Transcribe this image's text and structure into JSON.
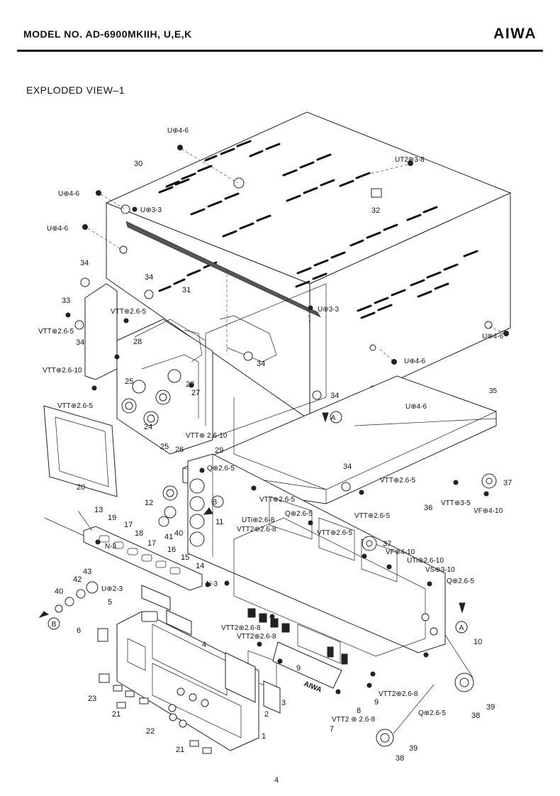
{
  "header": {
    "model": "MODEL NO. AD-6900MKIIH, U,E,K",
    "brand": "AIWA"
  },
  "section_title": "EXPLODED VIEW–1",
  "page_number": "4",
  "labels": {
    "l_u46_top": "U⊕4-6",
    "l_30": "30",
    "l_ut38": "UT2⊕3-8",
    "l_u46_left": "U⊕4-6",
    "l_u33_a": "U⊕3-3",
    "l_32": "32",
    "l_u46_left2": "U⊕4-6",
    "l_34_a": "34",
    "l_34_b": "34",
    "l_31": "31",
    "l_33": "33",
    "l_vtt265_a": "VTT⊕2.6-5",
    "l_u33_b": "U⊕3-3",
    "l_vtt265_b": "VTT⊕2.6-5",
    "l_34_c": "34",
    "l_u46_right": "U⊕4-6",
    "l_28_a": "28",
    "l_u46_mid": "U⊕4-6",
    "l_34_d": "34",
    "l_vtt2610_a": "VTT⊕2.6-10",
    "l_25_a": "25",
    "l_28_b": "28",
    "l_27": "27",
    "l_34_e": "34",
    "l_u46_mid2": "U⊕4-6",
    "l_35": "35",
    "l_vtt265_c": "VTT⊕2.6-5",
    "l_a_top": "A",
    "l_24": "24",
    "l_25_b": "25",
    "l_26": "26",
    "l_vtt2610_b": "VTT⊕ 2.6-10",
    "l_29": "29",
    "l_q265_a": "Q⊕2.6-5",
    "l_20": "20",
    "l_34_f": "34",
    "l_vtt265_d": "VTT⊕2.6-5",
    "l_37_a": "37",
    "l_vtt265_e": "VTT⊕2.6-5",
    "l_12": "12",
    "l_b_mid": "B",
    "l_11": "11",
    "l_vtt35": "VTT⊕3-5",
    "l_vf410_a": "VF⊕4-10",
    "l_36": "36",
    "l_13": "13",
    "l_19": "19",
    "l_17_a": "17",
    "l_18": "18",
    "l_40_a": "40",
    "l_41": "41",
    "l_uti268": "UTi⊕2.6-8",
    "l_vtt268_a": "VTT2⊕2.6-8",
    "l_vtt265_f": "VTT⊕2.6-5",
    "l_q265_b": "Q⊕2.6-5",
    "l_vtt265_g": "VTT⊕2.6-5",
    "l_37_b": "37",
    "l_17_b": "17",
    "l_16": "16",
    "l_15": "15",
    "l_14": "14",
    "l_n3_a": "N-3",
    "l_vf410_b": "VF⊕4-10",
    "l_uti2610": "UTi⊕2.6-10",
    "l_vs310": "VS⊕3-10",
    "l_42": "42",
    "l_43": "43",
    "l_u23": "U⊕2-3",
    "l_n3_b": "N-3",
    "l_q265_c": "Q⊕2.6-5",
    "l_40_b": "40",
    "l_5": "5",
    "l_b_left": "B",
    "l_a_right": "A",
    "l_6": "6",
    "l_vtt268_b": "VTT2⊕2.6-8",
    "l_vtt268_c": "VTT2⊕2.6-8",
    "l_4": "4",
    "l_10": "10",
    "l_9_a": "9",
    "l_23": "23",
    "l_21_a": "21",
    "l_vtt268_d": "VTT2⊕2.6-8",
    "l_9_b": "9",
    "l_q265_d": "Q⊕2.6-5",
    "l_3": "3",
    "l_2": "2",
    "l_22": "22",
    "l_8": "8",
    "l_vtt268_e": "VTT2 ⊕ 2.6-8",
    "l_7": "7",
    "l_38_a": "38",
    "l_39_a": "39",
    "l_1": "1",
    "l_21_b": "21",
    "l_39_b": "39",
    "l_38_b": "38",
    "panel_brand": "AIWA"
  }
}
